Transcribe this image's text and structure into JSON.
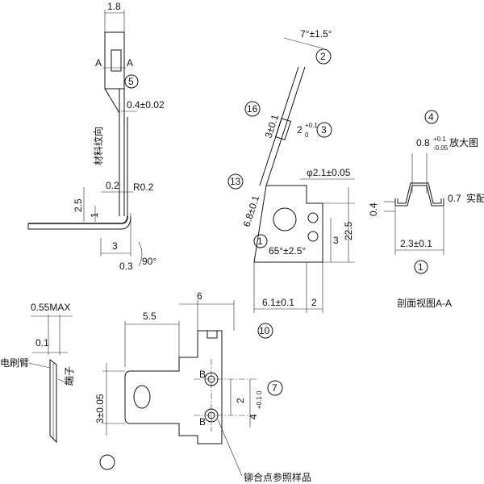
{
  "side_view": {
    "dim_top": "1.8",
    "section_mark_left": "A",
    "section_mark_right": "A",
    "balloon_5": "5",
    "thickness": "0.4±0.02",
    "material_direction": "材料纹向",
    "dim_width_02": "0.2",
    "radius": "R0.2",
    "dim_25": "2.5",
    "dim_1": "1",
    "dim_3": "3",
    "dim_03": "0.3",
    "angle_90": "90°"
  },
  "angled_view": {
    "angle_tol": "7°±1.5°",
    "balloon_2": "2",
    "balloon_16": "16",
    "dim_3_tol": "3±0.1",
    "dim_2_tol": "2",
    "dim_2_tol_upper": "+0.1",
    "dim_2_tol_lower": "0",
    "balloon_3": "3",
    "balloon_13": "13",
    "dim_68": "6.8±0.1",
    "hole": "φ2.1±0.05",
    "dim_225": "22.5",
    "dim_3_right": "3",
    "balloon_1": "1",
    "angle_65": "65°±2.5°",
    "dim_61": "6.1±0.1",
    "dim_2_bottom": "2",
    "balloon_10": "10"
  },
  "section_view": {
    "balloon_4": "4",
    "dim_08": "0.8",
    "dim_08_upper": "+0.1",
    "dim_08_lower": "-0.05",
    "enlarged": "放大图",
    "dim_04": "0.4",
    "dim_07": "0.7",
    "actual_fit": "实配",
    "dim_23": "2.3±0.1",
    "balloon_1": "1",
    "caption": "剖面视图A-A"
  },
  "brush_view": {
    "max_thickness": "0.55MAX",
    "dim_01": "0.1",
    "brush_arm": "电刷臂",
    "terminal": "端子"
  },
  "plan_view": {
    "dim_6": "6",
    "dim_55": "5.5",
    "dim_3005": "3±0.05",
    "mark_b1": "B",
    "mark_b2": "B",
    "dim_2": "2",
    "dim_4": "4",
    "dim_4_tol": "+0.1 0",
    "balloon_7": "7",
    "rivet_note": "铆合点参照样品"
  }
}
